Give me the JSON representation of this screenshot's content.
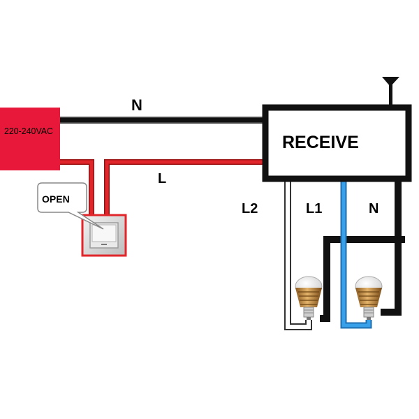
{
  "power_source": {
    "label": "220-240VAC",
    "color": "#e8183a"
  },
  "receiver": {
    "label": "RECEIVE"
  },
  "switch": {
    "callout_label": "OPEN"
  },
  "wires": {
    "top_neutral_label": "N",
    "line_label": "L",
    "output_l2_label": "L2",
    "output_l1_label": "L1",
    "output_n_label": "N",
    "colors": {
      "neutral": "#111111",
      "line": "#e0262a",
      "l2": "#ffffff",
      "l1": "#2f8fdc"
    }
  },
  "icons": [
    "antenna-icon",
    "wall-switch-icon",
    "led-bulb-icon"
  ]
}
